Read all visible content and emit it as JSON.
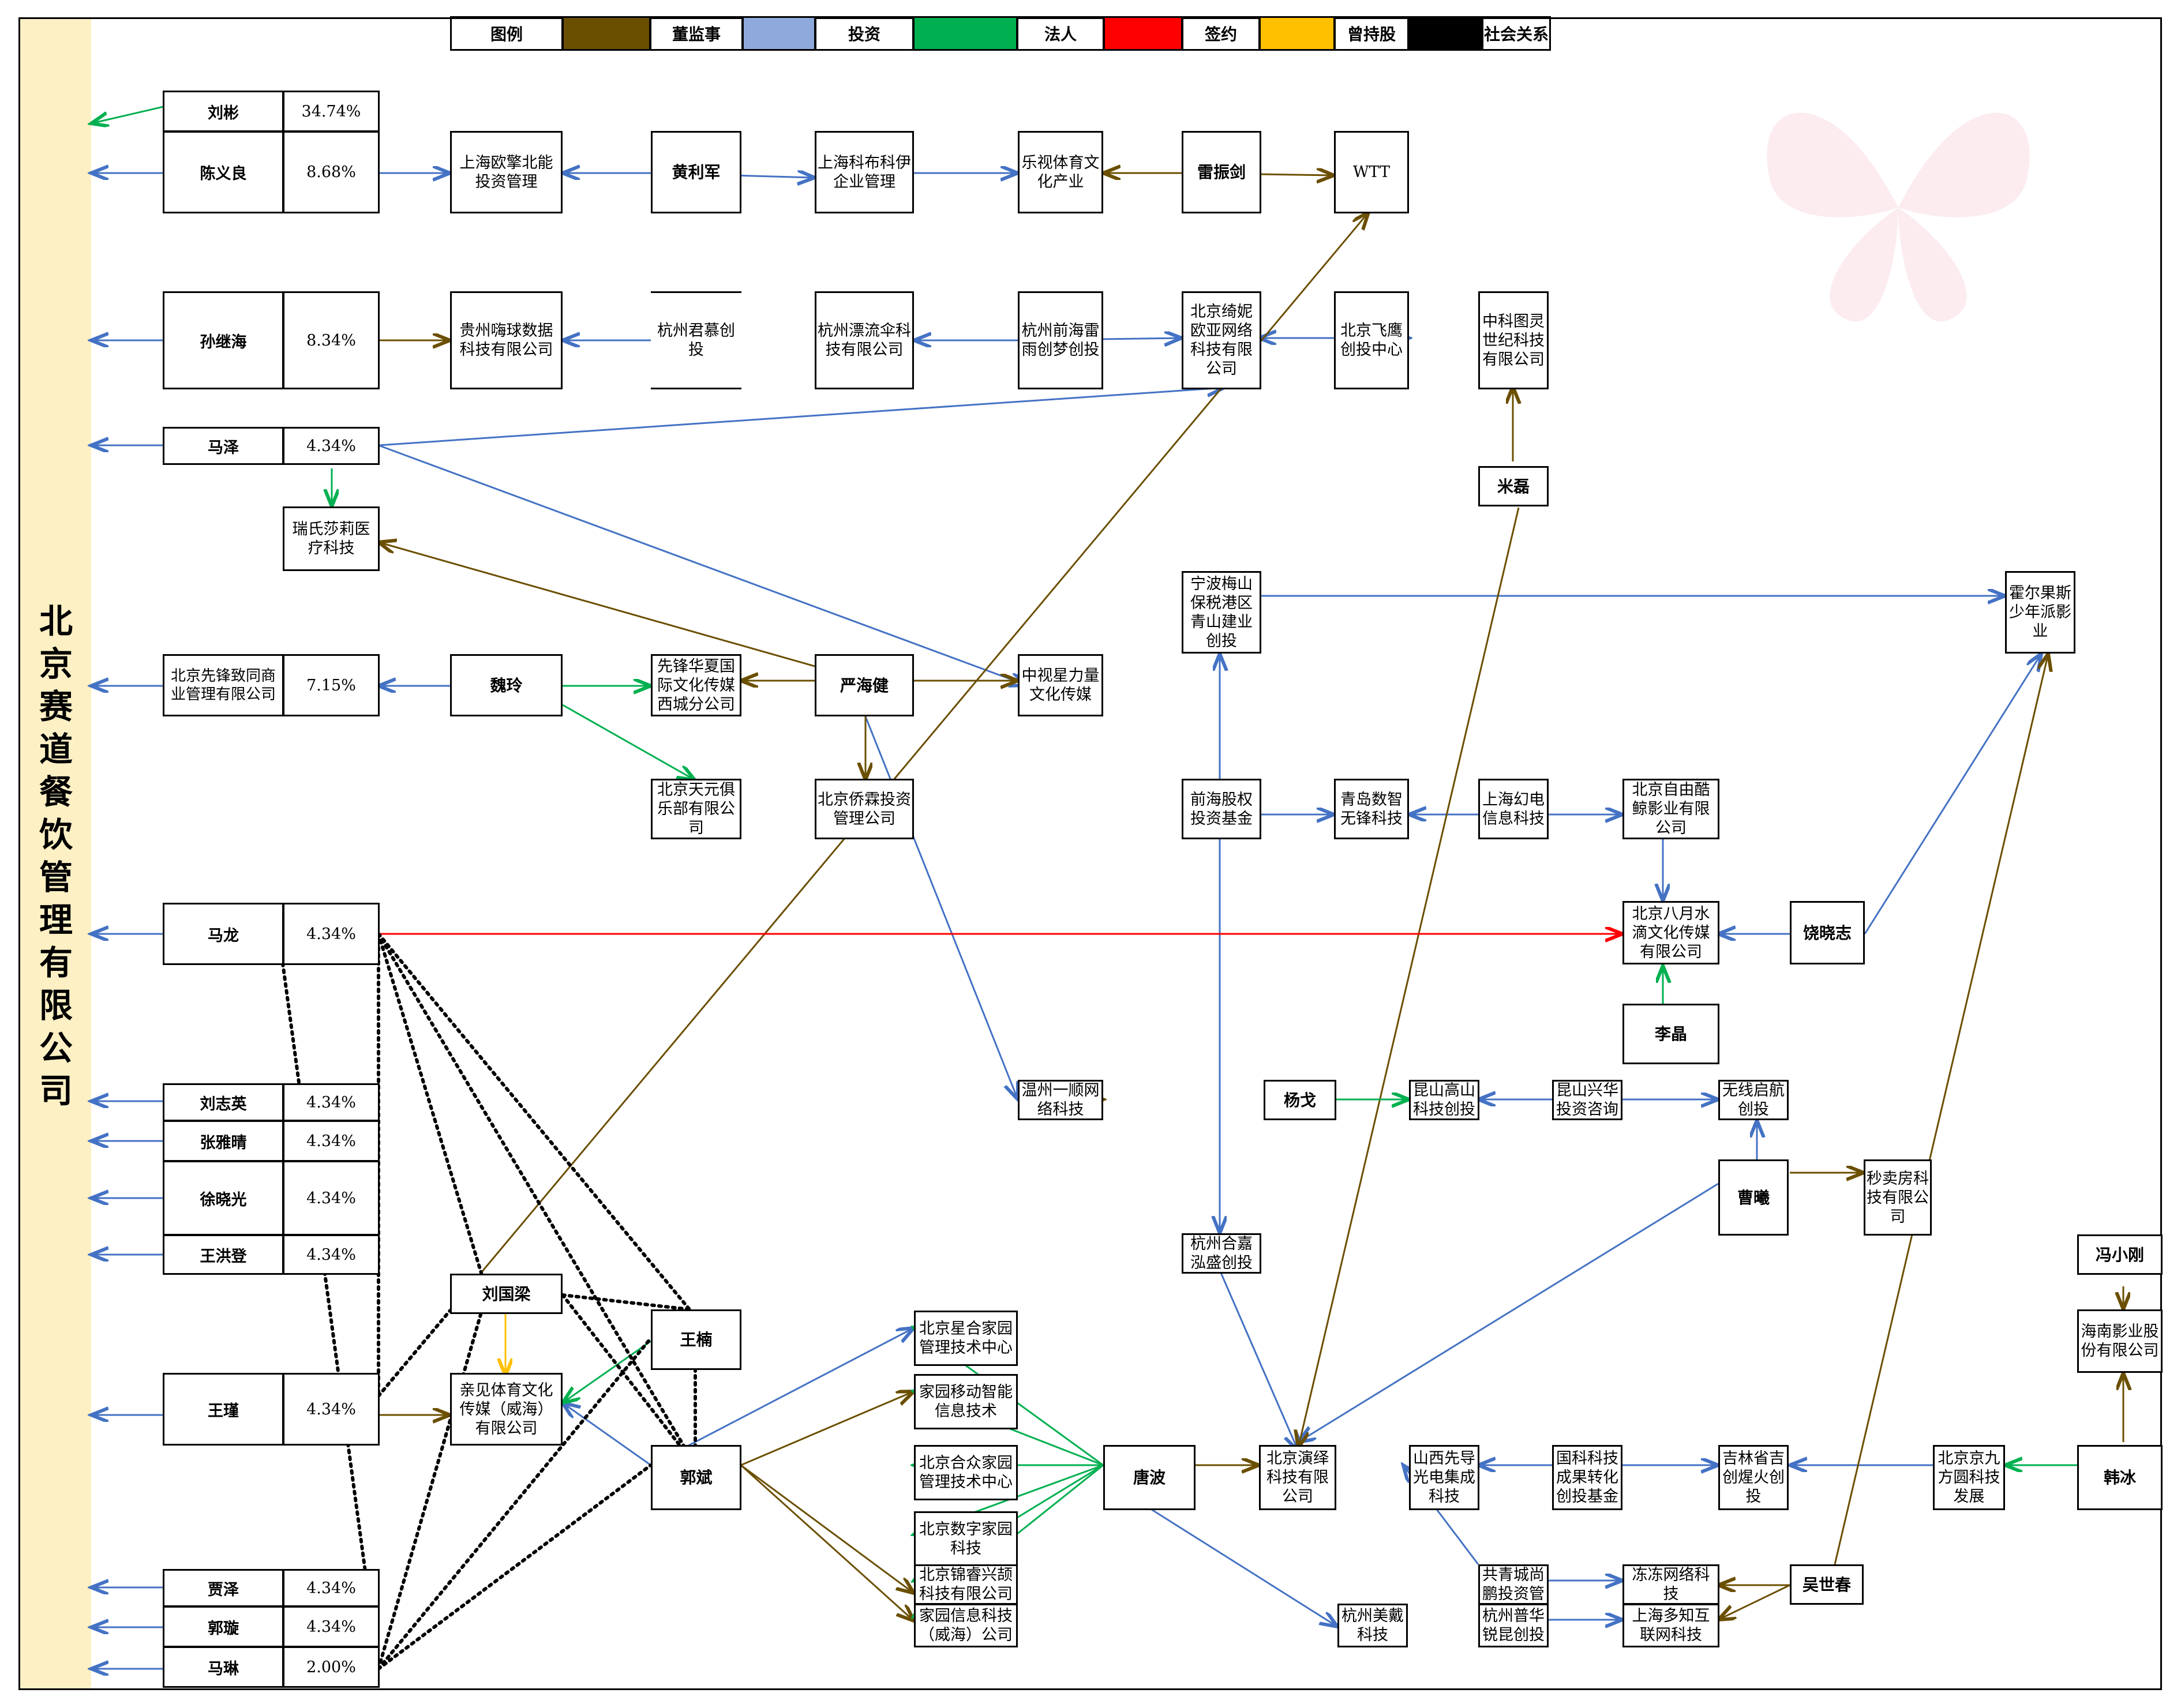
{
  "title": "北京赛道餐饮管理有限公司",
  "legend": {
    "label": "图例",
    "items": [
      {
        "label": "董监事",
        "color": "#6b4f00"
      },
      {
        "label": "投资",
        "color": "#8ea9db"
      },
      {
        "label": "法人",
        "color": "#00b050"
      },
      {
        "label": "签约",
        "color": "#ff0000"
      },
      {
        "label": "曾持股",
        "color": "#ffc000"
      },
      {
        "label": "社会关系",
        "color": "#000000"
      }
    ]
  },
  "shareholders": [
    {
      "name": "刘彬",
      "pct": "34.74%"
    },
    {
      "name": "陈义良",
      "pct": "8.68%"
    },
    {
      "name": "孙继海",
      "pct": "8.34%"
    },
    {
      "name": "马泽",
      "pct": "4.34%"
    },
    {
      "name": "北京先锋致同商业管理有限公司",
      "pct": "7.15%"
    },
    {
      "name": "马龙",
      "pct": "4.34%"
    },
    {
      "name": "刘志英",
      "pct": "4.34%"
    },
    {
      "name": "张雅晴",
      "pct": "4.34%"
    },
    {
      "name": "徐晓光",
      "pct": "4.34%"
    },
    {
      "name": "王洪登",
      "pct": "4.34%"
    },
    {
      "name": "王瑾",
      "pct": "4.34%"
    },
    {
      "name": "贾泽",
      "pct": "4.34%"
    },
    {
      "name": "郭璇",
      "pct": "4.34%"
    },
    {
      "name": "马琳",
      "pct": "2.00%"
    }
  ],
  "nodes": {
    "shanghai_oqbn": "上海欧擎北能投资管理",
    "huanglijun": "黄利军",
    "shanghai_kbk": "上海科布科伊企业管理",
    "leshi": "乐视体育文化产业",
    "leizhenjian": "雷振剑",
    "wtt": "WTT",
    "guizhou_hq": "贵州嗨球数据科技有限公司",
    "hz_jmct": "杭州君慕创投",
    "hz_plys": "杭州漂流伞科技有限公司",
    "hz_qhly": "杭州前海雷雨创梦创投",
    "bj_qnoy": "北京绮妮欧亚网络科技有限公司",
    "bj_fy": "北京飞鹰创投中心",
    "zk_tlsj": "中科图灵世纪科技有限公司",
    "milei": "米磊",
    "rs_slyl": "瑞氏莎莉医疗科技",
    "weiling": "魏玲",
    "xf_hxgj": "先锋华夏国际文化传媒西城分公司",
    "yanhaijian": "严海健",
    "zs_xll": "中视星力量文化传媒",
    "nb_msbs": "宁波梅山保税港区青山建业创投",
    "hrgs": "霍尔果斯少年派影业",
    "bj_tyjl": "北京天元俱乐部有限公司",
    "bj_qltz": "北京侨霖投资管理公司",
    "qh_gq": "前海股权投资基金",
    "qd_szwf": "青岛数智无锋科技",
    "sh_hd": "上海幻电信息科技",
    "bj_zyjj": "北京自由酷鲸影业有限公司",
    "bj_bysd": "北京八月水滴文化传媒有限公司",
    "raoxiaozhi": "饶晓志",
    "lijing": "李晶",
    "wz_ys": "温州一顺网络科技",
    "yangge": "杨戈",
    "ks_gs": "昆山高山科技创投",
    "ks_xh": "昆山兴华投资咨询",
    "wxqh": "无线启航创投",
    "caoxi": "曹曦",
    "mmf": "秒卖房科技有限公司",
    "fengxiaogang": "冯小刚",
    "hz_hjhs": "杭州合嘉泓盛创投",
    "liuguoliang": "刘国梁",
    "wangnan": "王楠",
    "qj_ty": "亲见体育文化传媒（威海）有限公司",
    "guobin": "郭斌",
    "bj_xh": "北京星合家园管理技术中心",
    "jy_yd": "家园移动智能信息技术",
    "bj_hz": "北京合众家园管理技术中心",
    "bj_sz": "北京数字家园科技",
    "bj_jrxs": "北京锦睿兴颉科技有限公司",
    "jy_xx": "家园信息科技（威海）公司",
    "tangbo": "唐波",
    "bj_yy": "北京演绎科技有限公司",
    "sx_xd": "山西先导光电集成科技",
    "gk_kj": "国科科技成果转化创投基金",
    "jl_ch": "吉林省吉创煋火创投",
    "bj_jf": "北京京九方圆科技发展",
    "hanbing": "韩冰",
    "hn_yy": "海南影业股份有限公司",
    "gq_sp": "共青城尚鹏投资管",
    "hz_pp": "杭州普华锐昆创投",
    "dd_wl": "冻冻网络科技",
    "sh_dzh": "上海多知互联网科技",
    "wushichun": "吴世春",
    "hz_md": "杭州美戴科技"
  },
  "colors": {
    "director": "#6b4f00",
    "invest": "#4472c4",
    "legal": "#00b050",
    "contract": "#ff0000",
    "former": "#ffc000",
    "social": "#000000"
  }
}
